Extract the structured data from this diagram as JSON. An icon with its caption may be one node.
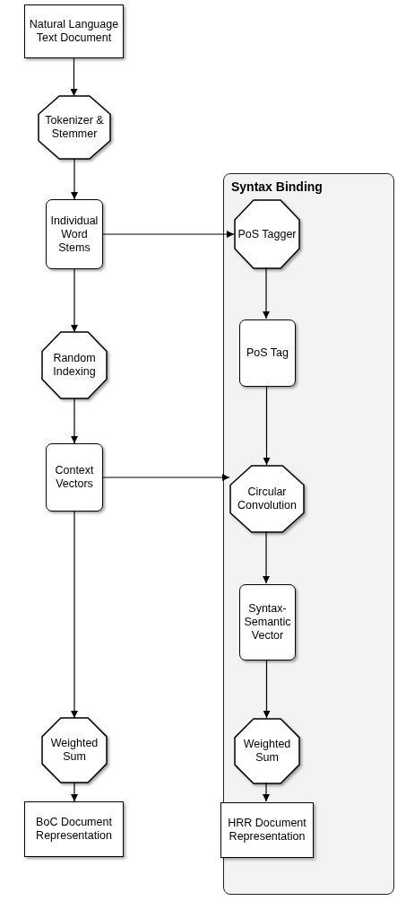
{
  "diagram": {
    "nodes": [
      {
        "text": [
          "Natural Language Text Document"
        ]
      },
      {
        "text": [
          "Tokenizer & Stemmer"
        ]
      },
      {
        "text": [
          "Individual Word Stems"
        ]
      },
      {
        "text": [
          "Syntax Binding"
        ]
      },
      {
        "text": [
          "PoS Tagger"
        ],
        "in": 3
      },
      {
        "text": [
          "PoS Tag"
        ],
        "in": 3
      },
      {
        "text": [
          "Circular Convolution"
        ],
        "in": 3
      },
      {
        "text": [
          "Syntax-Semantic Vector"
        ],
        "in": 3
      },
      {
        "text": [
          "Weighted Sum"
        ],
        "in": 3
      },
      {
        "text": [
          "HRR Document Representation"
        ],
        "in": 3
      },
      {
        "text": [
          "Random Indexing"
        ]
      },
      {
        "text": [
          "Context Vectors"
        ]
      },
      {
        "text": [
          "Weighted Sum"
        ]
      },
      {
        "text": [
          "BoC Document Representation"
        ]
      }
    ],
    "edges": [
      {
        "from": 0,
        "to": 1,
        "arrow": "to"
      },
      {
        "from": 1,
        "to": 2,
        "arrow": "to"
      },
      {
        "from": 2,
        "to": 4,
        "arrow": "to"
      },
      {
        "from": 2,
        "to": 10,
        "arrow": "to"
      },
      {
        "from": 10,
        "to": 11,
        "arrow": "to"
      },
      {
        "from": 11,
        "to": 6,
        "arrow": "to"
      },
      {
        "from": 11,
        "to": 12,
        "arrow": "to"
      },
      {
        "from": 12,
        "to": 13,
        "arrow": "to"
      },
      {
        "from": 4,
        "to": 5,
        "arrow": "to"
      },
      {
        "from": 5,
        "to": 6,
        "arrow": "to"
      },
      {
        "from": 6,
        "to": 7,
        "arrow": "to"
      },
      {
        "from": 7,
        "to": 8,
        "arrow": "to"
      },
      {
        "from": 8,
        "to": 9,
        "arrow": "to"
      }
    ]
  }
}
